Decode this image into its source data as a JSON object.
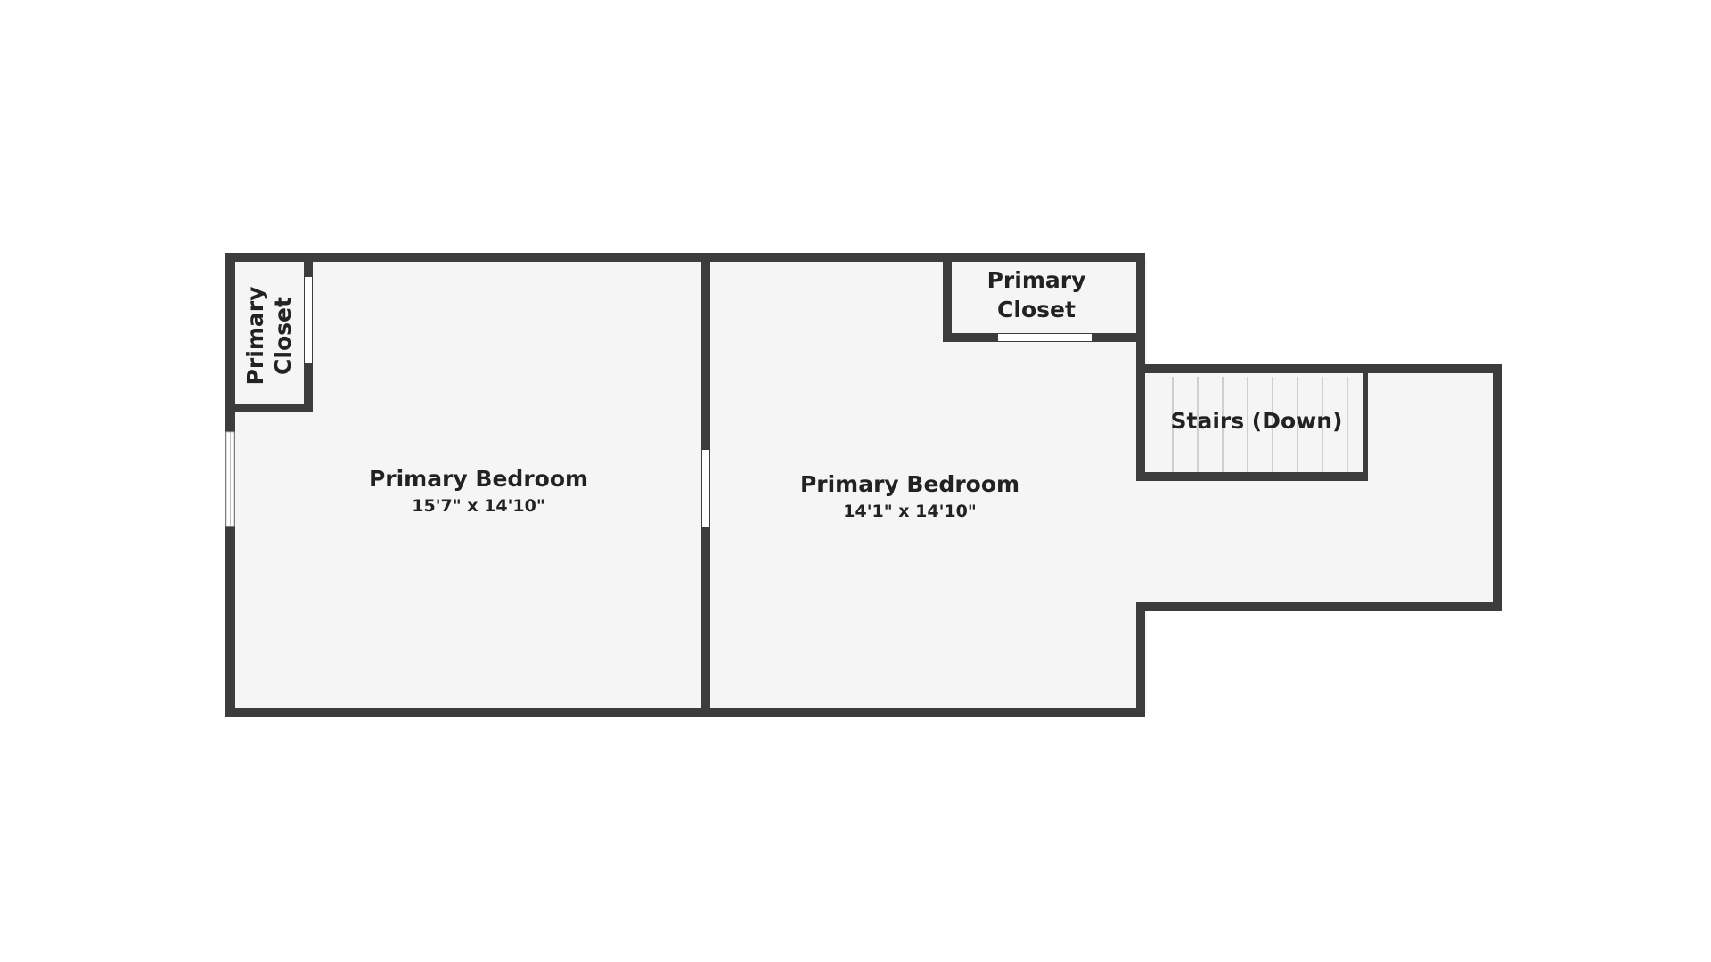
{
  "floor_plan": {
    "colors": {
      "background": "#ffffff",
      "floor": "#f5f5f5",
      "wall": "#3c3c3c",
      "opening": "#ffffff",
      "stair_line": "#cfcfcf",
      "text": "#222222"
    },
    "rooms": [
      {
        "name": "Primary Closet",
        "line1": "Primary",
        "line2": "Closet"
      },
      {
        "name": "Primary Bedroom",
        "dimensions": "15'7\" x 14'10\""
      },
      {
        "name": "Primary Closet",
        "line1": "Primary",
        "line2": "Closet"
      },
      {
        "name": "Primary Bedroom",
        "dimensions": "14'1\" x 14'10\""
      },
      {
        "name": "Stairs (Down)"
      }
    ]
  }
}
